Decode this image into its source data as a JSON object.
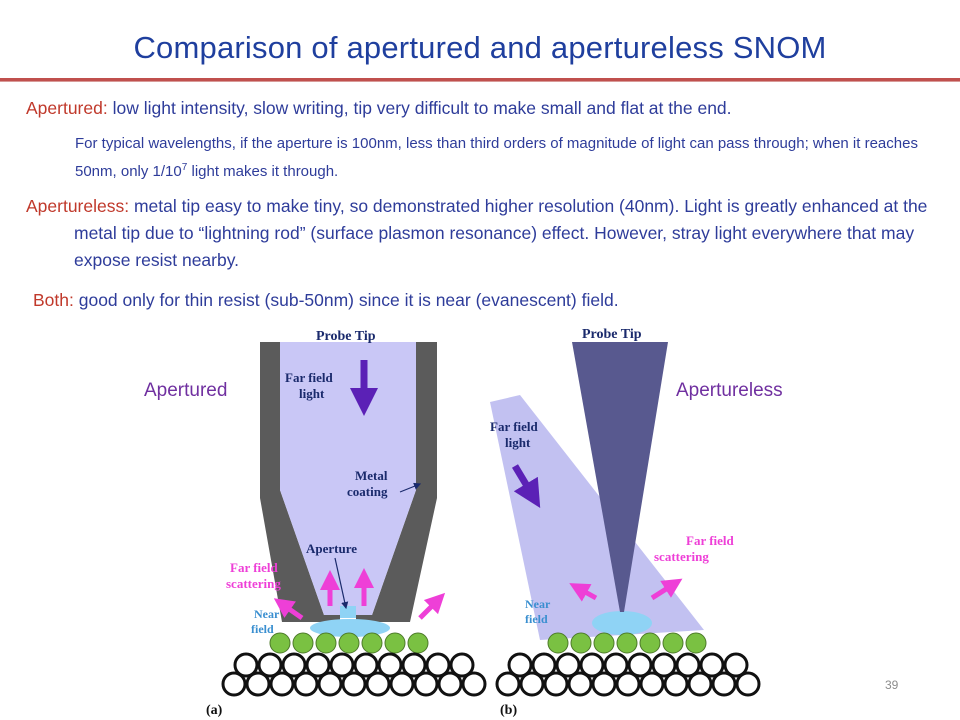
{
  "slide": {
    "title": "Comparison of apertured and apertureless SNOM",
    "page_number": "39"
  },
  "paragraphs": {
    "p1_lead": "Apertured:",
    "p1_text": " low light intensity, slow writing, tip very difficult to make small and flat at the end.",
    "p2_text_a": "For typical wavelengths, if the aperture is 100nm, less than third orders of magnitude of light can pass through; when it reaches  50nm, only 1/10",
    "p2_sup": "7",
    "p2_text_b": " light makes it through.",
    "p3_lead": "Apertureless:",
    "p3_text": " metal tip easy to make tiny, so demonstrated higher resolution (40nm). Light is greatly enhanced at the metal tip due to “lightning rod” (surface plasmon resonance) effect. However, stray light everywhere that may expose resist nearby.",
    "p4_lead": "Both:",
    "p4_text": " good only for thin resist (sub-50nm) since it is near (evanescent) field."
  },
  "figure": {
    "label_left": "Apertured",
    "label_right": "Apertureless",
    "panel_a": {
      "probe_tip": "Probe Tip",
      "far_field_light_1": "Far field",
      "far_field_light_2": "light",
      "metal_coating_1": "Metal",
      "metal_coating_2": "coating",
      "aperture": "Aperture",
      "far_field_scattering_1": "Far field",
      "far_field_scattering_2": "scattering",
      "near_field_1": "Near",
      "near_field_2": "field",
      "caption": "(a)"
    },
    "panel_b": {
      "probe_tip": "Probe Tip",
      "far_field_light_1": "Far field",
      "far_field_light_2": "light",
      "far_field_scattering_1": "Far field",
      "far_field_scattering_2": "scattering",
      "near_field_1": "Near",
      "near_field_2": "field",
      "caption": "(b)"
    }
  },
  "colors": {
    "title": "#1f3f9e",
    "lead_text": "#c0392b",
    "body_text": "#2e3c9a",
    "rule": "#c0504d",
    "label": "#7030a0",
    "arrow_light": "#5b21b6",
    "arrow_scatter": "#ee3fd7",
    "near_field": "#8fd3f5",
    "resist": "#7ac142",
    "probe_fill": "#c8c6f4",
    "metal": "#595959",
    "tip": "#58598f"
  }
}
